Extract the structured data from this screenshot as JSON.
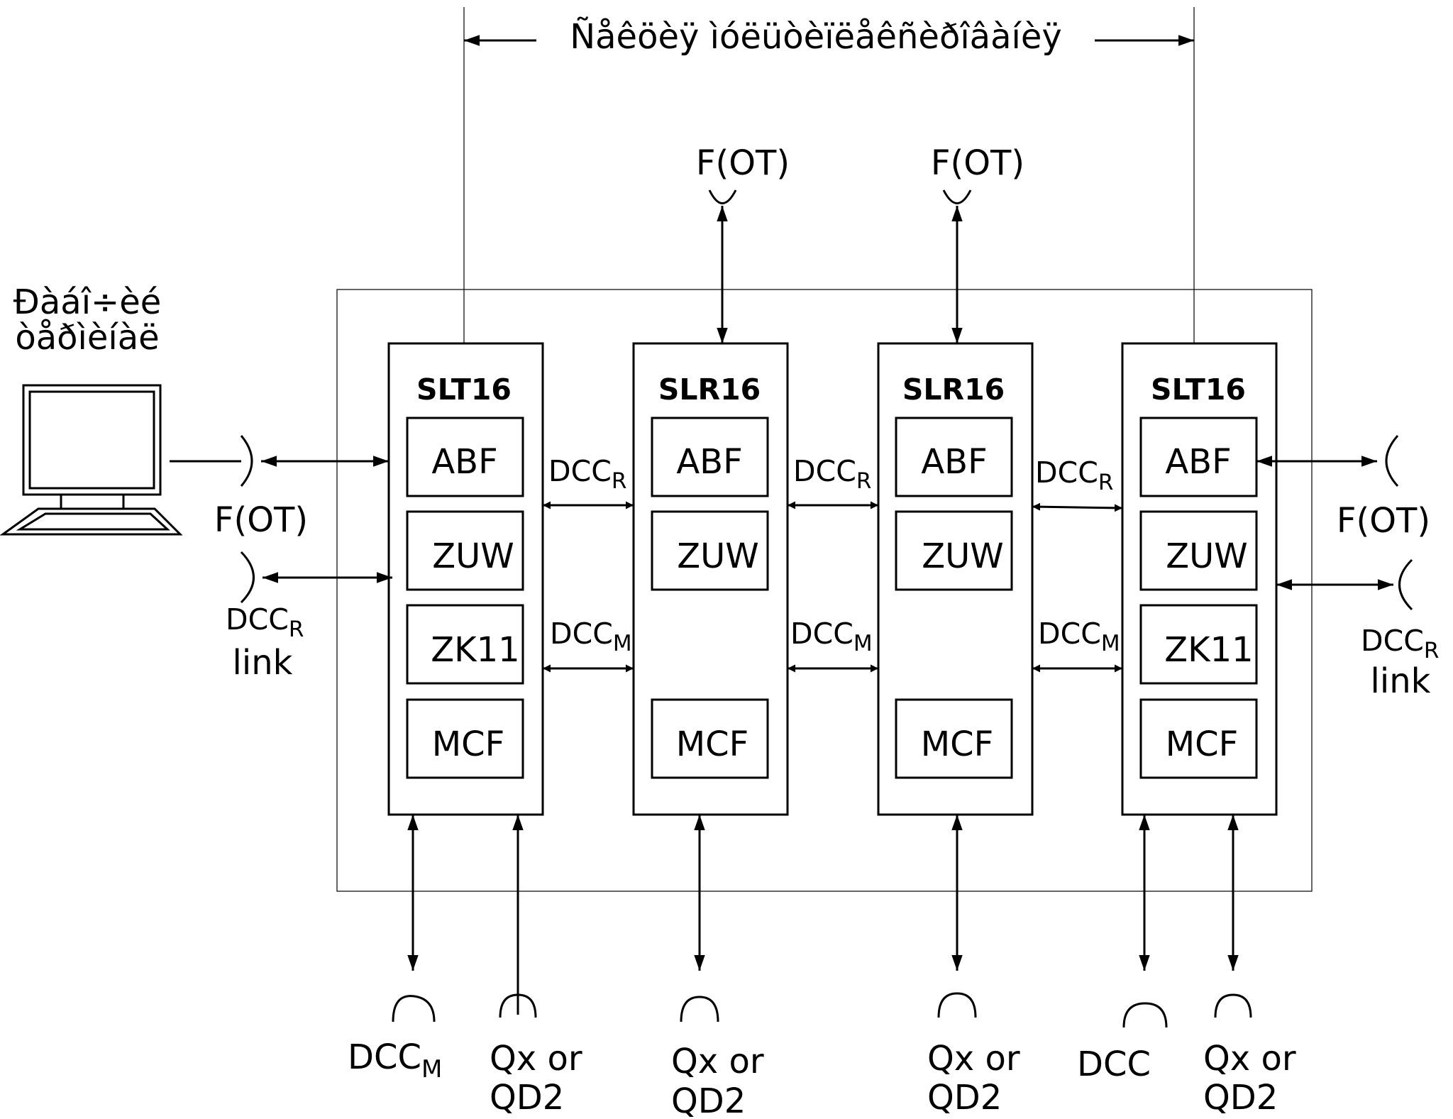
{
  "title": "Ñåêöèÿ ìóëüòèïëåêñèðîâàíèÿ",
  "workstation_label": [
    "Ðàáî÷èé",
    "òåðìèíàë"
  ],
  "units": [
    {
      "name": "SLT16",
      "modules": [
        "ABF",
        "ZUW",
        "ZK11",
        "MCF"
      ]
    },
    {
      "name": "SLR16",
      "modules": [
        "ABF",
        "ZUW",
        "",
        "MCF"
      ]
    },
    {
      "name": "SLR16",
      "modules": [
        "ABF",
        "ZUW",
        "",
        "MCF"
      ]
    },
    {
      "name": "SLT16",
      "modules": [
        "ABF",
        "ZUW",
        "ZK11",
        "MCF"
      ]
    }
  ],
  "links": {
    "dcc_main": "DCC",
    "sub_r": "R",
    "sub_m": "M"
  },
  "labels": {
    "f_ot": "F(OT)",
    "link": "link",
    "qx_line1": "Qx or",
    "qx_line2": "QD2",
    "dcc": "DCC"
  }
}
